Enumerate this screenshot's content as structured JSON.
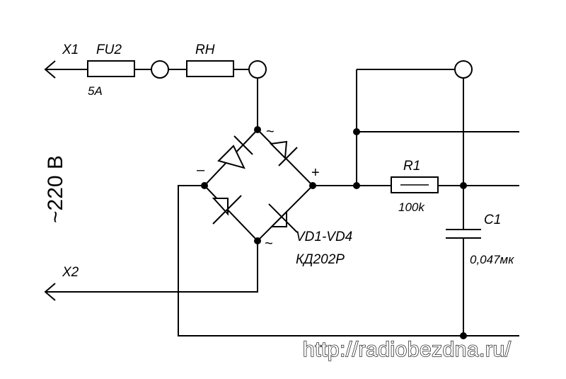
{
  "labels": {
    "x1": "X1",
    "x2": "X2",
    "fuse": "FU2",
    "fuse_rating": "5A",
    "load": "RH",
    "voltage": "~220 В",
    "bridge_minus": "–",
    "bridge_plus": "+",
    "ac_top": "~",
    "ac_bottom": "~",
    "diodes": "VD1-VD4",
    "diode_type": "КД202Р",
    "resistor": "R1",
    "resistor_value": "100k",
    "capacitor": "C1",
    "capacitor_value": "0,047мк"
  },
  "watermark": "http://radiobezdna.ru/"
}
